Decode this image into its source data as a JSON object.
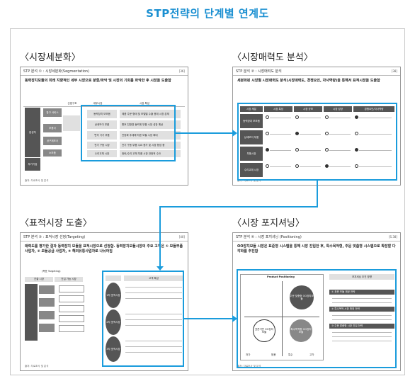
{
  "page_title": "STP전략의 단계별 연계도",
  "sections": [
    {
      "heading": "〈시장세분화〉",
      "slide_header": "STP 분석 ① : 시장세분화(Segmentation)",
      "page": "[36]",
      "desc": "동력장치모듈의 미래 지향적인 세부 시장으로 분할/파악 및 시장의 기회를 파악한 후 시장을 도출함",
      "col_headers": [
        "산업구조",
        "세부시장",
        "시장 특성"
      ],
      "left_labels": [
        "참고 서비스",
        "완성차",
        "부품사",
        "공구제조사",
        "소모품",
        "부가기업"
      ],
      "mid_labels": [
        "동력장치 보모음",
        "상세보이 부품",
        "변속 기기 부품",
        "전기 구동 시장",
        "수리교체 시장"
      ],
      "features": [
        "제품 주문 형태 및 모델별 수출 증대 시장 존재",
        "향후 친환경 동력계 부품 시장 성장 예상",
        "전동화 추세에 따른 모듈 시장 확대",
        "전기 구동 부품 수요 증가 및 시장 형성 중",
        "정비/수리 교체 부품 시장 안정적 수요"
      ],
      "footer": "출처: 자료조사 및 분석"
    },
    {
      "heading": "〈시장매력도 분석〉",
      "slide_header": "STP 분석 ② : 시장매력도 분석",
      "page": "[38]",
      "desc": "세분화된 시장별 시장매력도 분석(시장매력도, 경쟁요인, 자사역량)을 통해서 표적시장을 도출함",
      "col_headers": [
        "시장 세분",
        "시장 특성",
        "시장 규모",
        "시장 성장",
        "경쟁요인/자사역량"
      ],
      "rows": [
        "동력장치 보모음",
        "상세보이 부품",
        "부품시장",
        "수리교체 시장"
      ],
      "footer": "출처: 자료조사 및 분석"
    },
    {
      "heading": "〈표적시장 도출〉",
      "slide_header": "STP 분석 ③ : 표적시장 선정(Targeting)",
      "page": "[40]",
      "desc": "매력도를 평가한 결과 동력장치 모듈을 표적시장으로 선정함. 동력장치모듈시장의 주요 고객은 ① 모듈부품 사업자, ② 모듈공급 사업자, ③ 해외유통사업자로 나뉘어짐",
      "chart_label": "(목표 Targeting)",
      "col_headers": [
        "진출 시장",
        "진입 가능 시장"
      ],
      "targets": [
        "1차 표적시장",
        "2차 표적시장",
        "3차 표적시장"
      ],
      "right_head": "고객 특성",
      "footer": "출처: 자료조사 및 분석"
    },
    {
      "heading": "〈시장 포지셔닝〉",
      "slide_header": "STP 분석 ④ : 시장 포지셔닝 (Positioning)",
      "page": "[S.38]",
      "desc": "OO장치모듈 시장은 표준형 시스템을 통해 시장 진입한 후, 특수목적형, 주문 맞춤형 시스템으로 확장할 다각화를 추진함",
      "map_title": "Product Positioning",
      "bubbles": [
        "표준기반 OO장치 모듈",
        "특수목적형 OO장치모듈",
        "주문 맞춤형 OO장치모듈"
      ],
      "strategy_title": "포지셔닝 추진 방향",
      "strategies": [
        "① 표준 모듈 제공 전략",
        "② 특수목적 시장 확대 전략",
        "③ 주문 맞춤형 시장 진입 전략"
      ],
      "axis_labels": [
        "저가",
        "고가",
        "범용",
        "특수"
      ],
      "footer": "출처: 자료조사 및 분석"
    }
  ]
}
